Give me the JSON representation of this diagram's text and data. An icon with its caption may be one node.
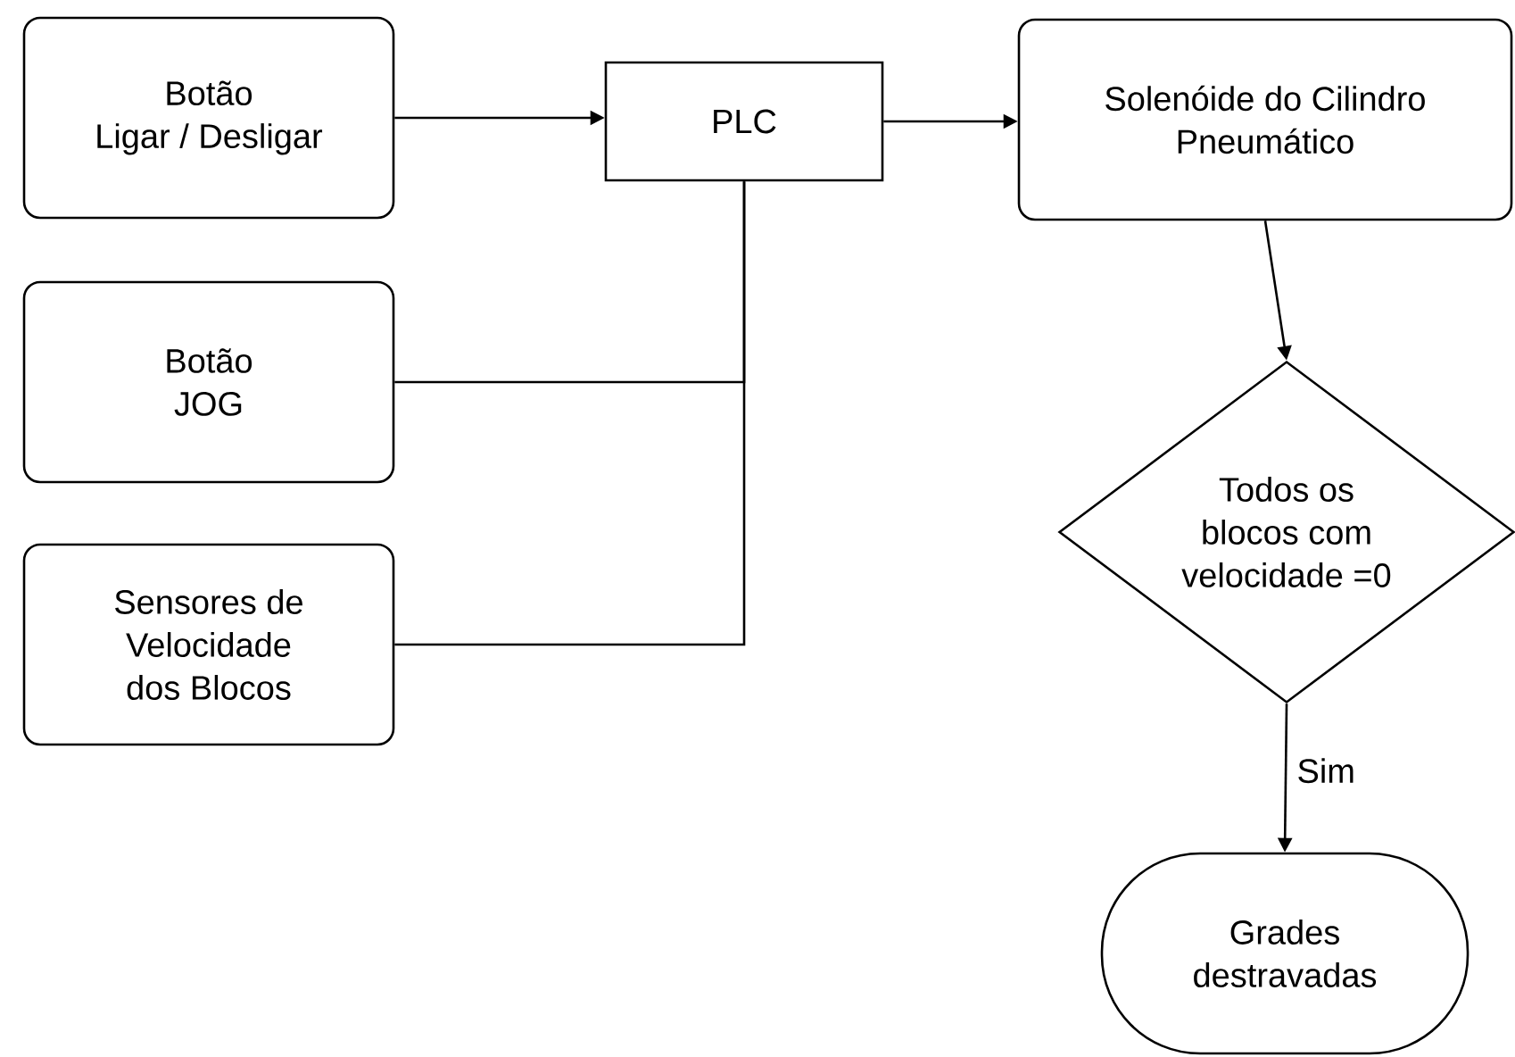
{
  "diagram": {
    "nodes": [
      {
        "text": [
          "Botão Ligar / Desligar"
        ]
      },
      {
        "text": [
          "PLC"
        ]
      },
      {
        "text": [
          "Solenóide do Cilindro Pneumático"
        ]
      },
      {
        "text": [
          "Botão JOG"
        ]
      },
      {
        "text": [
          "Sensores de Velocidade dos Blocos"
        ]
      },
      {
        "text": [
          "Todos os blocos com velocidade =0"
        ]
      },
      {
        "text": [
          "Grades destravadas"
        ]
      }
    ],
    "edges": [
      {
        "from": 0,
        "to": 1,
        "arrow": "to"
      },
      {
        "from": 1,
        "to": 2,
        "arrow": "to"
      },
      {
        "from": 3,
        "to": 1,
        "arrow": "none"
      },
      {
        "from": 4,
        "to": 1,
        "arrow": "none"
      },
      {
        "from": 2,
        "to": 5,
        "arrow": "to"
      },
      {
        "from": 5,
        "to": 6,
        "label": "Sim",
        "arrow": "to"
      }
    ]
  }
}
